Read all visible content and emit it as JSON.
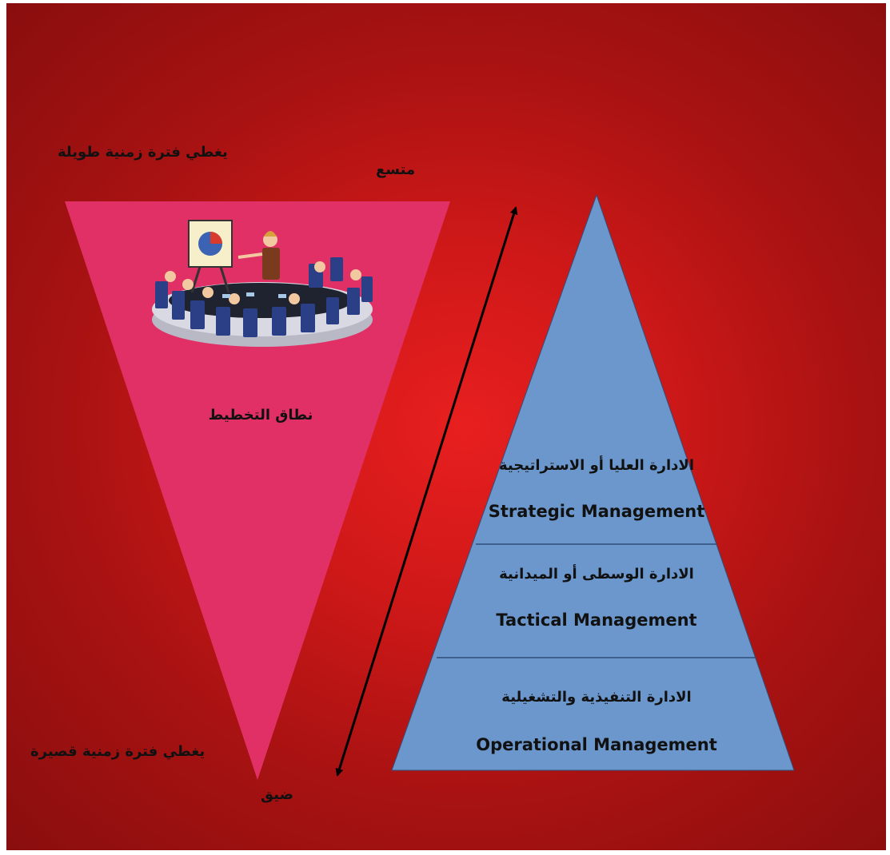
{
  "diagram": {
    "top_left_caption": "يغطي فترة زمنية طويلة",
    "top_arrow_label": "متسع",
    "bottom_left_caption": "يغطي فترة زمنية قصيرة",
    "bottom_arrow_label": "ضيق",
    "funnel_label": "نطاق التخطيط",
    "levels": [
      {
        "arabic": "الادارة العليا أو الاستراتيجية",
        "english": "Strategic Management"
      },
      {
        "arabic": "الادارة الوسطى أو الميدانية",
        "english": "Tactical Management"
      },
      {
        "arabic": "الادارة التنفيذية والتشغيلية",
        "english": "Operational Management"
      }
    ],
    "colors": {
      "background": "#b51515",
      "funnel": "#e03065",
      "pyramid": "#6b97cc",
      "text": "#111111"
    },
    "icons": [
      "meeting-clipart-icon",
      "double-arrow-icon"
    ]
  }
}
